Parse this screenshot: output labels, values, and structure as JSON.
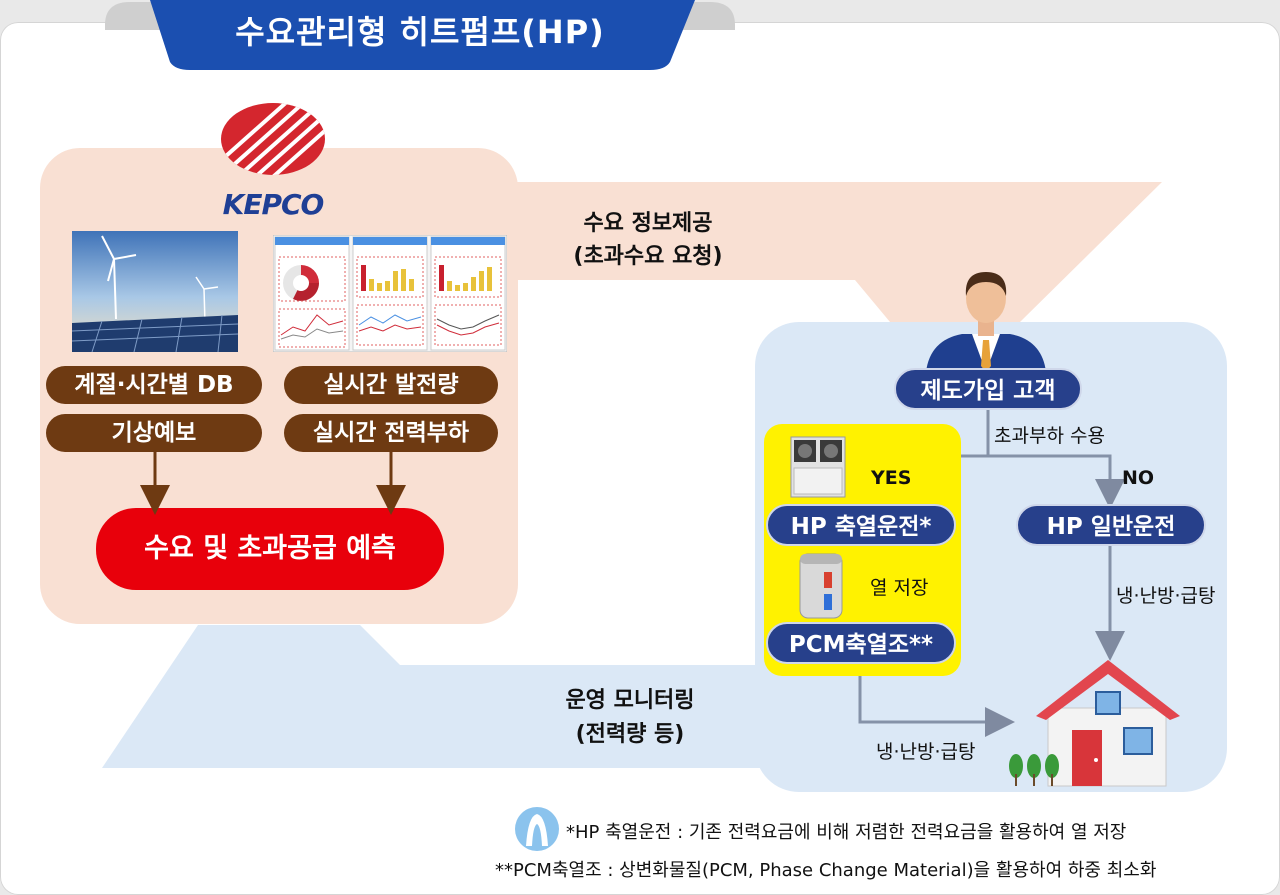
{
  "title": "수요관리형 히트펌프(HP)",
  "kepco": {
    "logo_text": "KEPCO",
    "db_label": "계절·시간별 DB",
    "weather_label": "기상예보",
    "realtime_gen_label": "실시간 발전량",
    "realtime_load_label": "실시간 전력부하",
    "forecast_label": "수요 및 초과공급 예측"
  },
  "flow": {
    "info_line1": "수요 정보제공",
    "info_line2": "(초과수요 요청)",
    "monitor_line1": "운영 모니터링",
    "monitor_line2": "(전력량 등)"
  },
  "customer": {
    "member_label": "제도가입 고객",
    "accept_label": "초과부하 수용",
    "yes_label": "YES",
    "no_label": "NO",
    "hp_storage_label": "HP 축열운전*",
    "hp_normal_label": "HP 일반운전",
    "heat_store_label": "열 저장",
    "pcm_label": "PCM축열조**",
    "hvac_label_right": "냉·난방·급탕",
    "hvac_label_bottom": "냉·난방·급탕"
  },
  "notes": {
    "note1": "*HP 축열운전 : 기존 전력요금에 비해 저렴한 전력요금을 활용하여 열 저장",
    "note2": "**PCM축열조 : 상변화물질(PCM, Phase Change Material)을 활용하여 하중 최소화"
  },
  "colors": {
    "title_blue": "#1b4fb0",
    "navy": "#27408b",
    "brown": "#6e3a12",
    "red": "#e8000b",
    "yellow": "#fff200",
    "peach": "#f9e0d3",
    "light_blue": "#dbe8f6"
  }
}
